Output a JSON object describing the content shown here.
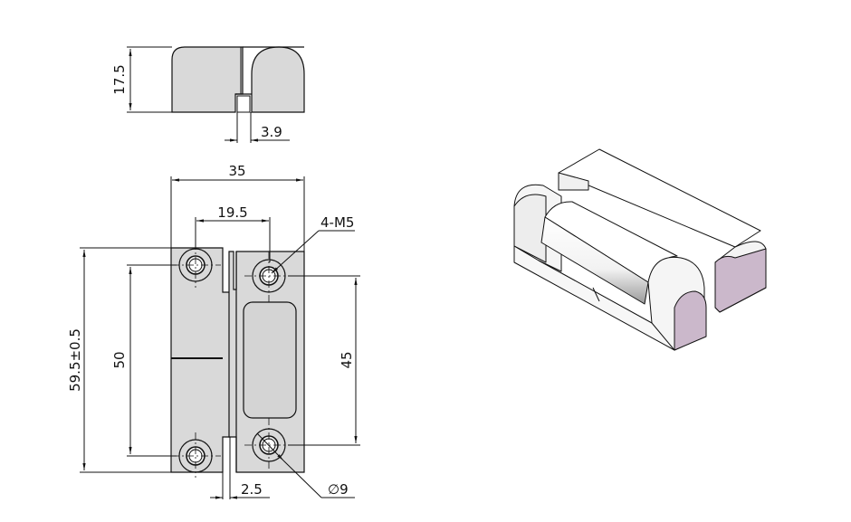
{
  "drawing": {
    "title": "Hinge technical drawing",
    "views": [
      "side-view",
      "front-view",
      "isometric-view"
    ]
  },
  "dimensions": {
    "height": "17.5",
    "gap_side": "3.9",
    "width": "35",
    "hole_spacing_h": "19.5",
    "thread": "4-M5",
    "length": "59.5±0.5",
    "hole_spacing_left": "50",
    "hole_spacing_right": "45",
    "gap_front": "2.5",
    "counterbore_dia": "∅9"
  },
  "colors": {
    "part_fill": "#d9d9d9",
    "line": "#111111",
    "iso_face_light": "#ffffff",
    "iso_face_end": "#c9b6c9"
  }
}
